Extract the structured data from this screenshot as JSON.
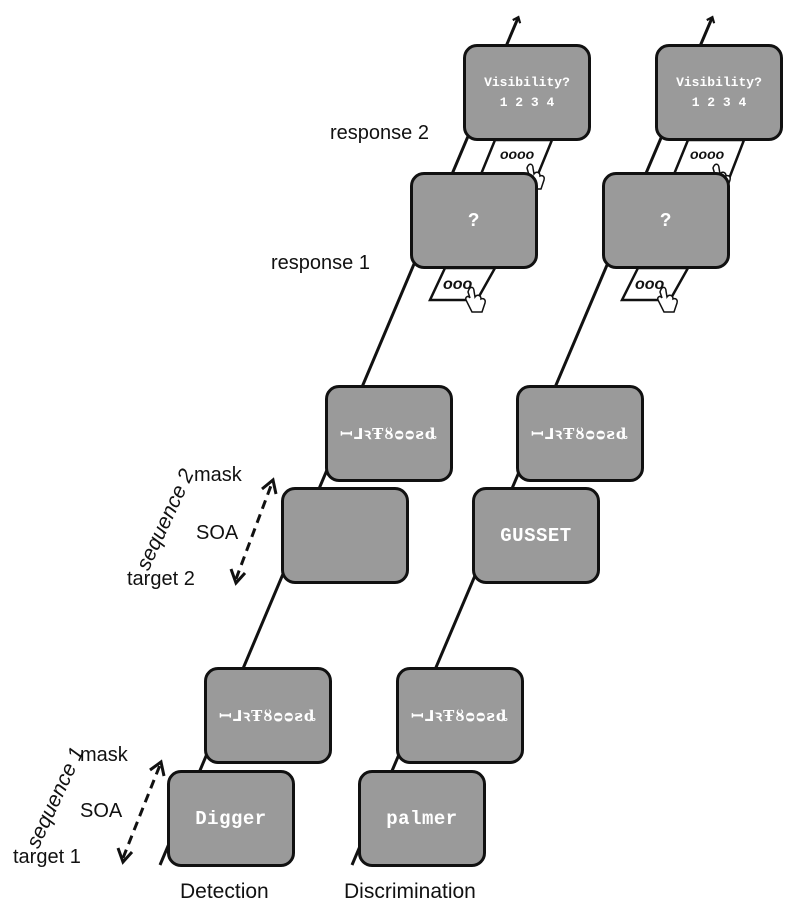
{
  "conditions": {
    "detection": "Detection",
    "discrimination": "Discrimination"
  },
  "sequence_labels": {
    "seq1": "sequence 1",
    "seq2": "sequence 2"
  },
  "event_labels": {
    "target1": "target 1",
    "soa1": "SOA",
    "mask1": "mask",
    "target2": "target 2",
    "soa2": "SOA",
    "mask2": "mask",
    "response1": "response 1",
    "response2": "response 2"
  },
  "detection_screens": {
    "target1": "Digger",
    "mask1": "ꟷ⅃ꝛŦȣᴑᴑƨȡ",
    "target2": "",
    "mask2": "ꟷ⅃ꝛŦȣᴑᴑƨȡ",
    "response1": "?",
    "response2": "Visibility?\n1 2 3 4"
  },
  "discrimination_screens": {
    "target1": "palmer",
    "mask1": "ꟷ⅃ꝛŦȣᴑᴑƨȡ",
    "target2": "GUSSET",
    "mask2": "ꟷ⅃ꝛŦȣᴑᴑƨȡ",
    "response1": "?",
    "response2": "Visibility?\n1 2 3 4"
  },
  "keypads": {
    "response1_keys": "ooo",
    "response2_keys": "oooo"
  }
}
